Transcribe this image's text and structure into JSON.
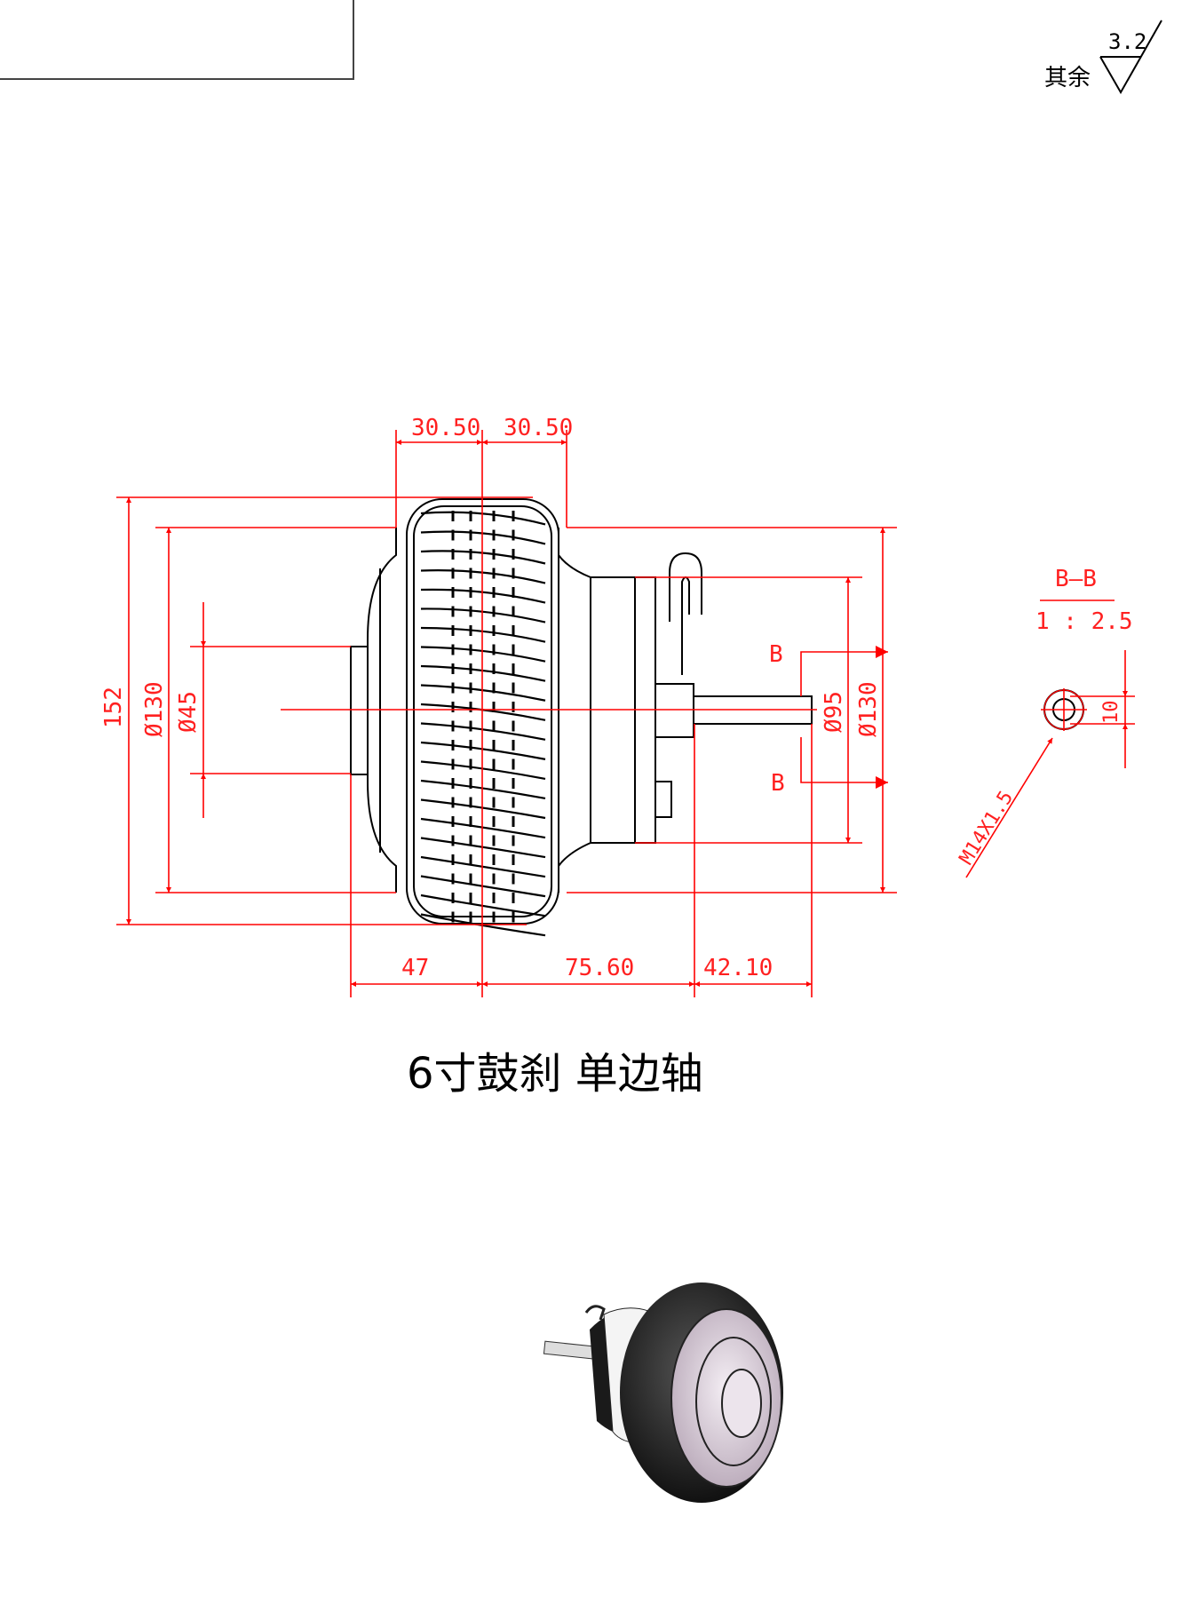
{
  "surface_finish": {
    "label": "其余",
    "value": "3.2"
  },
  "title": "6寸鼓刹  单边轴",
  "dimensions": {
    "tire_half_left": "30.50",
    "tire_half_right": "30.50",
    "overall_diameter": "152",
    "left_body_diameter": "Ø130",
    "hub_diameter": "Ø45",
    "flange_diameter": "Ø95",
    "right_body_diameter": "Ø130",
    "hub_to_center": "47",
    "center_to_flange": "75.60",
    "shaft_length": "42.10",
    "thread": "M14X1.5",
    "flat_width": "10"
  },
  "section": {
    "marker": "B",
    "marker_bottom": "B",
    "label": "B—B",
    "scale": "1 : 2.5"
  },
  "colors": {
    "dimension": "#ff0000",
    "outline": "#000000"
  }
}
